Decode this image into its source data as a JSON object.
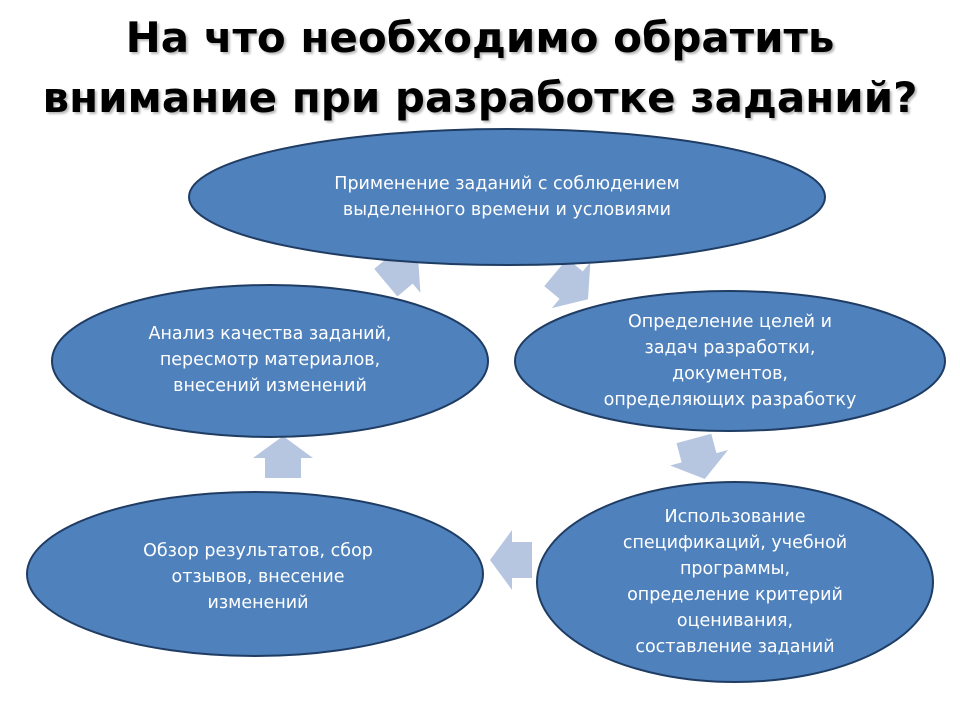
{
  "title": {
    "lines": [
      "На что необходимо обратить",
      "внимание при разработке заданий?"
    ]
  },
  "colors": {
    "node_fill": "#4f81bd",
    "node_stroke": "#1f3c63",
    "arrow_fill": "#b7c6e0",
    "text": "#ffffff"
  },
  "nodes": [
    {
      "id": "application",
      "lines": [
        "Применение заданий с соблюдением",
        "выделенного времени и условиями"
      ]
    },
    {
      "id": "goals",
      "lines": [
        "Определение целей и",
        "задач разработки,",
        "документов,",
        "определяющих разработку"
      ]
    },
    {
      "id": "specs",
      "lines": [
        "Использование",
        "спецификаций, учебной",
        "программы,",
        "определение критерий",
        "оценивания,",
        "составление заданий"
      ]
    },
    {
      "id": "review",
      "lines": [
        "Обзор результатов, сбор",
        "отзывов, внесение",
        "изменений"
      ]
    },
    {
      "id": "analysis",
      "lines": [
        "Анализ качества заданий,",
        "пересмотр материалов,",
        "внесений изменений"
      ]
    }
  ]
}
